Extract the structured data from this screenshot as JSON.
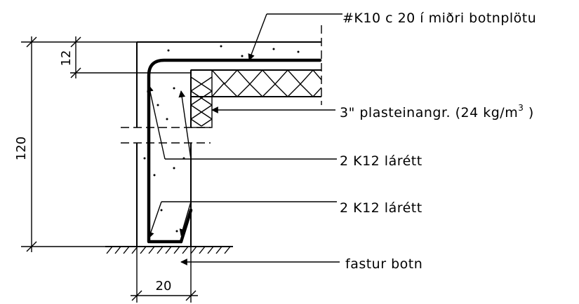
{
  "labels": {
    "top_rebar": "#K10 c 20 í miðri botnplötu",
    "insulation": "3\" plasteinangr. (24 kg/m",
    "insulation_sup": "3",
    "insulation_close": ")",
    "bars_upper": "2 K12 lárétt",
    "bars_lower": "2 K12 lárétt",
    "foundation": "fastur botn"
  },
  "dimensions": {
    "height": "120",
    "slab_thickness": "12",
    "wall_width": "20"
  }
}
